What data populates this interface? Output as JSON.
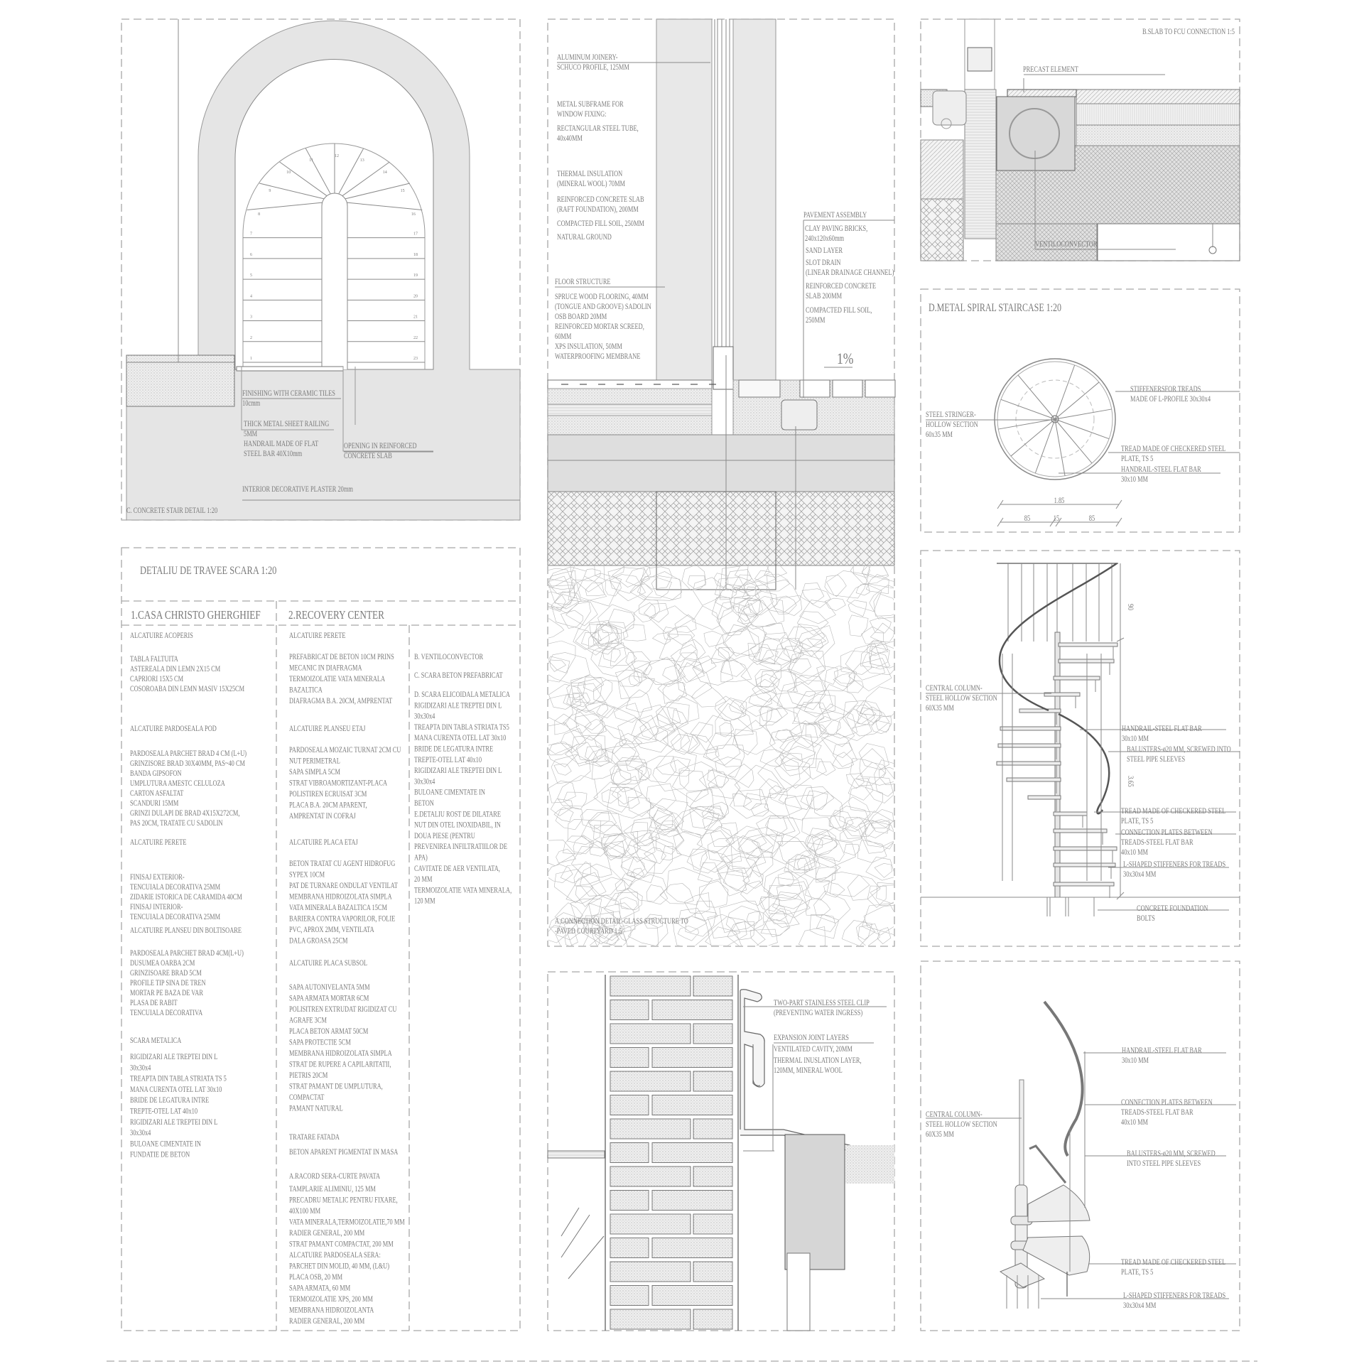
{
  "stair_detail": {
    "title": "C. CONCRETE STAIR DETAIL 1:20",
    "step_numbers": [
      "1",
      "2",
      "3",
      "4",
      "5",
      "6",
      "7",
      "8",
      "9",
      "10",
      "11",
      "12",
      "13",
      "14",
      "15",
      "16",
      "17",
      "18",
      "19",
      "20",
      "21",
      "22",
      "23"
    ],
    "labels": {
      "tiles": [
        "FINISHING WITH CERAMIC TILES",
        "10cmm"
      ],
      "railing": [
        "THICK METAL SHEET RAILING",
        "5MM",
        "HANDRAIL MADE OF FLAT",
        "STEEL BAR 40X10mm"
      ],
      "opening": [
        "OPENING IN REINFORCED",
        "CONCRETE SLAB"
      ],
      "plaster": [
        "INTERIOR DECORATIVE PLASTER 20mm"
      ]
    }
  },
  "legend_table": {
    "title": "DETALIU DE TRAVEE SCARA 1:20",
    "headers": [
      "1.CASA CHRISTO GHERGHIEF",
      "2.RECOVERY CENTER"
    ],
    "col1": [
      [
        "ALCATUIRE ACOPERIS"
      ],
      [
        "TABLA FALTUITA",
        "ASTEREALA DIN LEMN 2X15 CM",
        "CAPRIORI 15X5 CM",
        "COSOROABA DIN LEMN MASIV 15X25CM"
      ],
      [
        "ALCATUIRE PARDOSEALA POD"
      ],
      [
        "PARDOSEALA PARCHET BRAD 4 CM (L+U)",
        "GRINZISORE BRAD 30X40MM, PAS~40 CM",
        "BANDA GIPSOFON",
        "UMPLUTURA AMESTC CELULOZA",
        "CARTON ASFALTAT",
        "SCANDURI 15MM",
        "GRINZI DULAPI DE BRAD 4X15X272CM,",
        "PAS 20CM, TRATATE CU SADOLIN"
      ],
      [
        "ALCATUIRE PERETE"
      ],
      [
        "FINISAJ EXTERIOR-",
        "TENCUIALA DECORATIVA 25MM",
        "ZIDARIE ISTORICA DE CARAMIDA 40CM",
        "FINISAJ INTERIOR-",
        "TENCUIALA DECORATIVA 25MM"
      ],
      [
        "ALCATUIRE PLANSEU DIN BOLTISOARE"
      ],
      [
        "PARDOSEALA PARCHET BRAD 4CM(L+U)",
        "DUSUMEA OARBA 2CM",
        "GRINZISOARE BRAD 5CM",
        "PROFILE TIP SINA DE TREN",
        "MORTAR PE BAZA DE VAR",
        "PLASA DE RABIT",
        "TENCUIALA DECORATIVA"
      ],
      [
        "SCARA METALICA"
      ],
      [
        "RIGIDIZARI ALE TREPTEI DIN L",
        "30x30x4",
        "TREAPTA DIN TABLA STRIATA TS 5",
        "MANA CURENTA OTEL LAT 30x10",
        "BRIDE DE LEGATURA INTRE",
        "TREPTE-OTEL LAT 40x10",
        "RIGIDIZARI ALE TREPTEI DIN L",
        "30x30x4",
        "BULOANE CIMENTATE IN",
        "FUNDATIE DE BETON"
      ]
    ],
    "col2": [
      [
        "ALCATUIRE PERETE"
      ],
      [
        "PREFABRICAT DE BETON 10CM PRINS",
        "MECANIC IN DIAFRAGMA",
        "TERMOIZOLATIE VATA MINERALA",
        "BAZALTICA",
        "DIAFRAGMA B.A. 20CM, AMPRENTAT"
      ],
      [
        "ALCATUIRE PLANSEU ETAJ"
      ],
      [
        "PARDOSEALA MOZAIC TURNAT 2CM CU",
        "NUT PERIMETRAL",
        "SAPA SIMPLA 5CM",
        "STRAT VIBROAMORTIZANT-PLACA",
        "POLISTIREN ECRUISAT 3CM",
        "PLACA B.A. 20CM APARENT,",
        "AMPRENTAT IN COFRAJ"
      ],
      [
        "ALCATUIRE PLACA ETAJ"
      ],
      [
        "BETON TRATAT CU AGENT HIDROFUG",
        "SYPEX 10CM",
        "PAT DE TURNARE ONDULAT VENTILAT",
        "MEMBRANA HIDROIZOLATA SIMPLA",
        "VATA MINERALA BAZALTICA 15CM",
        "BARIERA CONTRA VAPORILOR, FOLIE",
        "PVC, APROX 2MM, VENTILATA",
        "DALA GROASA 25CM"
      ],
      [
        "ALCATUIRE PLACA SUBSOL"
      ],
      [
        "SAPA AUTONIVELANTA 5MM",
        "SAPA ARMATA MORTAR 6CM",
        "POLISITREN EXTRUDAT RIGIDIZAT CU",
        "AGRAFE 3CM",
        "PLACA BETON ARMAT 50CM",
        "SAPA PROTECTIE 5CM",
        "MEMBRANA HIDROIZOLATA SIMPLA",
        "STRAT DE RUPERE A CAPILARITATII,",
        "PIETRIS 20CM",
        "STRAT PAMANT DE UMPLUTURA,",
        "COMPACTAT",
        "PAMANT NATURAL"
      ],
      [
        "TRATARE FATADA"
      ],
      [
        "BETON APARENT PIGMENTAT IN MASA"
      ],
      [
        "A.RACORD SERA-CURTE PAVATA"
      ],
      [
        "TAMPLARIE ALIMINIU, 125 MM",
        "PRECADRU METALIC PENTRU FIXARE,",
        "40X100 MM",
        "VATA MINERALA,TERMOIZOLATIE,70 MM",
        "RADIER GENERAL, 200 MM",
        "STRAT PAMANT COMPACTAT, 200 MM",
        "ALCATUIRE PARDOSEALA SERA:",
        "PARCHET DIN MOLID, 40 MM, (L&U)",
        "PLACA OSB, 20 MM",
        "SAPA ARMATA, 60 MM",
        "TERMOIZOLATIE XPS, 200 MM",
        "MEMBRANA HIDROIZOLANTA",
        "RADIER GENERAL, 200 MM"
      ]
    ],
    "col3": [
      [
        "B. VENTILOCONVECTOR"
      ],
      [
        "C. SCARA BETON PREFABRICAT"
      ],
      [
        "D. SCARA ELICOIDALA METALICA",
        "RIGIDIZARI ALE TREPTEI DIN L",
        "30x30x4",
        "TREAPTA DIN TABLA STRIATA TS5",
        "MANA CURENTA OTEL LAT 30x10",
        "BRIDE DE LEGATURA INTRE",
        "TREPTE-OTEL LAT 40x10",
        "RIGIDIZARI ALE TREPTEI DIN L",
        "30x30x4",
        "BULOANE CIMENTATE IN",
        "BETON",
        "E.DETALIU ROST DE DILATARE",
        "NUT DIN OTEL INOXIDABIL, IN",
        "DOUA PIESE (PENTRU",
        "PREVENIREA INFILTRATIILOR DE",
        "APA)",
        "CAVITATE DE AER VENTILATA,",
        "20 MM",
        "TERMOIZOLATIE VATA MINERALA,",
        "120 MM"
      ]
    ]
  },
  "connection_detail": {
    "title": [
      "A.CONNECTION DETAIL-GLASS STRUCTURE TO",
      "-PAVED COURTYARD 1:5"
    ],
    "slope": "1%",
    "labels": {
      "joinery": [
        "ALUMINUM JOINERY-",
        "SCHUCO PROFILE, 125MM"
      ],
      "subframe": [
        "METAL SUBFRAME FOR",
        "WINDOW FIXING:"
      ],
      "tube": [
        "RECTANGULAR STEEL TUBE,",
        "40x40MM"
      ],
      "insulation": [
        "THERMAL INSULATION",
        "(MINERAL WOOL) 70MM"
      ],
      "slab": [
        "REINFORCED CONCRETE SLAB",
        "(RAFT FOUNDATION), 200MM"
      ],
      "fill": [
        "COMPACTED FILL SOIL, 250MM"
      ],
      "ground": [
        "NATURAL GROUND"
      ],
      "floor_title": [
        "FLOOR STRUCTURE"
      ],
      "floor": [
        "SPRUCE WOOD FLOORING, 40MM",
        "(TONGUE AND GROOVE) SADOLIN",
        "OSB BOARD 20MM",
        "REINFORCED MORTAR SCREED,",
        "60MM",
        "XPS INSULATION, 50MM",
        "WATERPROOFING MEMBRANE"
      ],
      "pavement_title": [
        "PAVEMENT ASSEMBLY"
      ],
      "bricks": [
        "CLAY PAVING BRICKS,",
        "240x120x60mm"
      ],
      "sand": [
        "SAND LAYER"
      ],
      "drain": [
        "SLOT DRAIN",
        "(LINEAR DRAINAGE CHANNEL)"
      ],
      "pave_slab": [
        "REINFORCED CONCRETE",
        "SLAB 200MM"
      ],
      "pave_fill": [
        "COMPACTED FILL SOIL,",
        "250MM"
      ]
    }
  },
  "expansion_joint": {
    "labels": {
      "clip": [
        "TWO-PART STAINLESS STEEL CLIP",
        "(PREVENTING WATER INGRESS)"
      ],
      "layers_title": [
        "EXPANSION JOINT LAYERS"
      ],
      "cavity": [
        "VENTILATED CAVITY, 20MM"
      ],
      "thermal": [
        "THERMAL INUSLATION LAYER,",
        "120MM, MINERAL WOOL"
      ]
    }
  },
  "fcu_detail": {
    "title": "B.SLAB TO FCU CONNECTION 1:5",
    "labels": {
      "precast": [
        "PRECAST ELEMENT"
      ],
      "fcu": [
        "VENTILOCONVECTOR"
      ]
    }
  },
  "spiral_plan": {
    "title": "D.METAL SPIRAL STAIRCASE 1:20",
    "dimensions": {
      "total": "1.85",
      "left": "85",
      "center": "15",
      "right": "85"
    },
    "labels": {
      "stiffeners": [
        "STIFFENERSFOR TREADS",
        "MADE OF L-PROFILE 30x30x4"
      ],
      "stringer": [
        "STEEL STRINGER-",
        "HOLLOW SECTION",
        "60x35 MM"
      ],
      "tread": [
        "TREAD MADE OF CHECKERED STEEL",
        "PLATE, TS 5"
      ],
      "handrail": [
        "HANDRAIL-STEEL FLAT BAR",
        "30x10 MM"
      ]
    }
  },
  "spiral_elevation": {
    "dimensions": {
      "rail_height": "90",
      "total_height": "3.65"
    },
    "labels": {
      "column": [
        "CENTRAL COLUMN-",
        "STEEL HOLLOW SECTION",
        "60X35 MM"
      ],
      "handrail": [
        "HANDRAIL-STEEL FLAT BAR",
        "30x10 MM"
      ],
      "balusters": [
        "BALUSTERS-ø20 MM, SCREWED INTO",
        "STEEL PIPE SLEEVES"
      ],
      "tread": [
        "TREAD MADE OF CHECKERED STEEL",
        "PLATE, TS 5"
      ],
      "plates": [
        "CONNECTION PLATES BETWEEN",
        "TREADS-STEEL FLAT BAR",
        "40x10 MM"
      ],
      "stiffeners": [
        "L-SHAPED STIFFENERS FOR TREADS",
        "30x30x4 MM"
      ],
      "foundation": [
        "CONCRETE FOUNDATION",
        "BOLTS"
      ]
    }
  },
  "spiral_iso": {
    "labels": {
      "handrail": [
        "HANDRAIL-STEEL FLAT BAR",
        "30x10 MM"
      ],
      "plates": [
        "CONNECTION PLATES BETWEEN",
        "TREADS-STEEL FLAT BAR",
        "40x10 MM"
      ],
      "balusters": [
        "BALUSTERS-ø20 MM, SCREWED",
        "INTO STEEL PIPE SLEEVES"
      ],
      "tread": [
        "TREAD MADE OF CHECKERED STEEL",
        "PLATE, TS 5"
      ],
      "stiffeners": [
        "L-SHAPED STIFFENERS FOR TREADS",
        "30x30x4 MM"
      ],
      "column": [
        "CENTRAL COLUMN-",
        "STEEL HOLLOW SECTION",
        "60X35 MM"
      ]
    }
  }
}
